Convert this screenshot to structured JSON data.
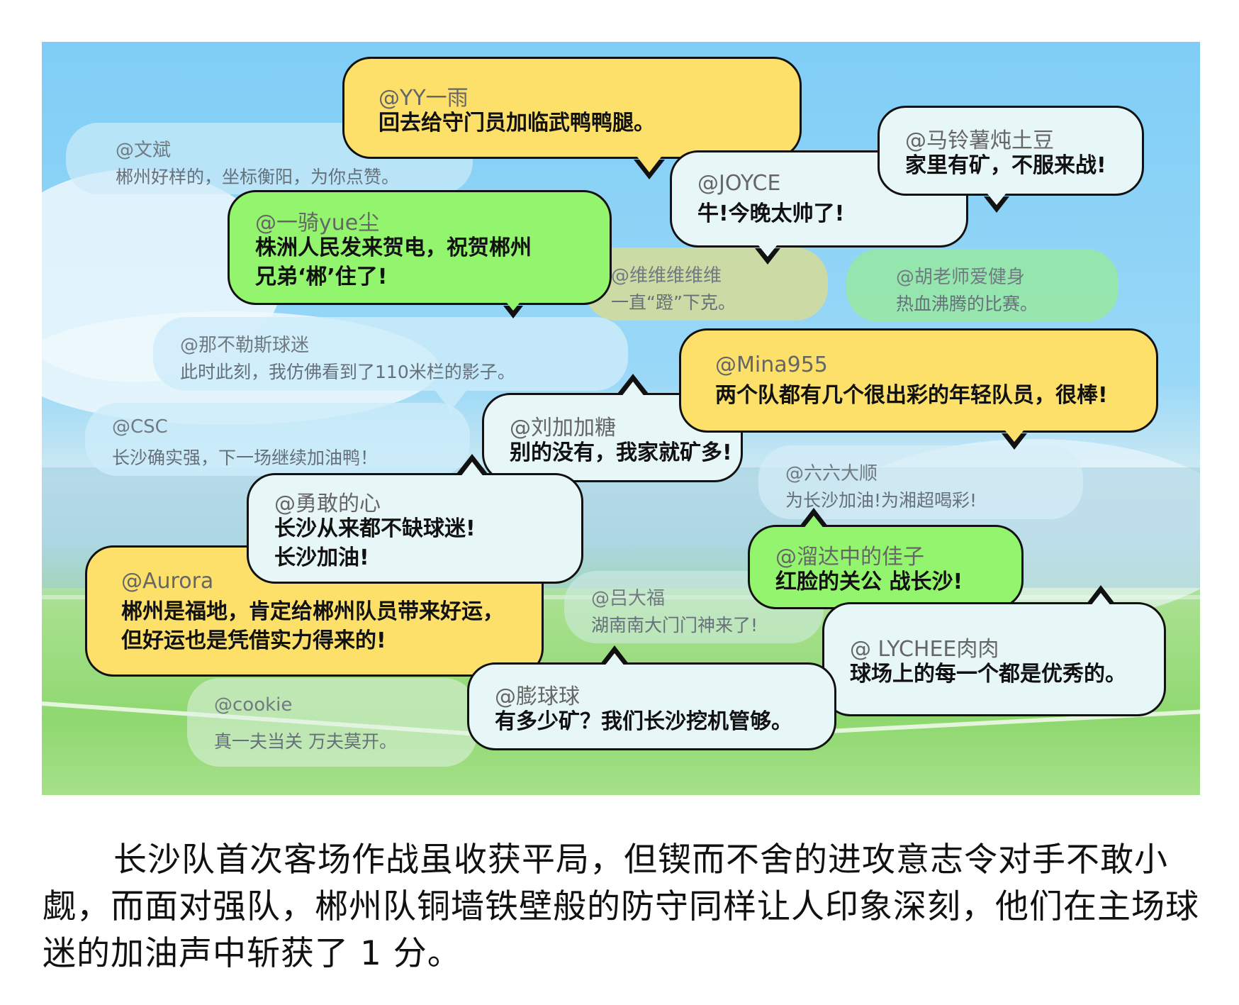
{
  "comments": [
    {
      "name": "@文斌",
      "text": "郴州好样的，坐标衡阳，为你点赞。"
    },
    {
      "name": "@维维维维维",
      "text": "一直“蹬”下克。"
    },
    {
      "name": "@胡老师爱健身",
      "text": "热血沸腾的比赛。"
    },
    {
      "name": "@那不勒斯球迷",
      "text": "此时此刻，我仿佛看到了110米栏的影子。"
    },
    {
      "name": "@CSC",
      "text": "长沙确实强，下一场继续加油鸭！"
    },
    {
      "name": "@六六大顺",
      "text": "为长沙加油!为湘超喝彩!"
    },
    {
      "name": "@吕大福",
      "text": "湖南南大门门神来了!"
    },
    {
      "name": "@cookie",
      "text": "真一夫当关 万夫莫开。"
    },
    {
      "name": "@YY一雨",
      "text": "回去给守门员加临武鸭鸭腿。"
    },
    {
      "name": "@一骑yue尘",
      "text": "株洲人民发来贺电，祝贺郴州\n兄弟‘郴’住了!"
    },
    {
      "name": "@JOYCE",
      "text": "牛!今晚太帅了!"
    },
    {
      "name": "@马铃薯炖土豆",
      "text": "家里有矿，不服来战!"
    },
    {
      "name": "@Mina955",
      "text": "两个队都有几个很出彩的年轻队员，很棒!"
    },
    {
      "name": "@刘加加糖",
      "text": "别的没有，我家就矿多!"
    },
    {
      "name": "@勇敢的心",
      "text": "长沙从来都不缺球迷!\n长沙加油!"
    },
    {
      "name": "@Aurora",
      "text": "郴州是福地，肯定给郴州队员带来好运，\n但好运也是凭借实力得来的!"
    },
    {
      "name": "@溜达中的佳子",
      "text": "红脸的关公 战长沙!"
    },
    {
      "name": "@ LYCHEE肉肉",
      "text": "球场上的每一个都是优秀的。"
    },
    {
      "name": "@膨球球",
      "text": "有多少矿？我们长沙挖机管够。"
    }
  ],
  "colors": {
    "yellow": "#fce06a",
    "green": "#93f56e",
    "light": "#e7f6f7"
  },
  "caption": "长沙队首次客场作战虽收获平局，但锲而不舍的进攻意志令对手不敢小觑，而面对强队，郴州队铜墙铁壁般的防守同样让人印象深刻，他们在主场球迷的加油声中斩获了 1 分。"
}
